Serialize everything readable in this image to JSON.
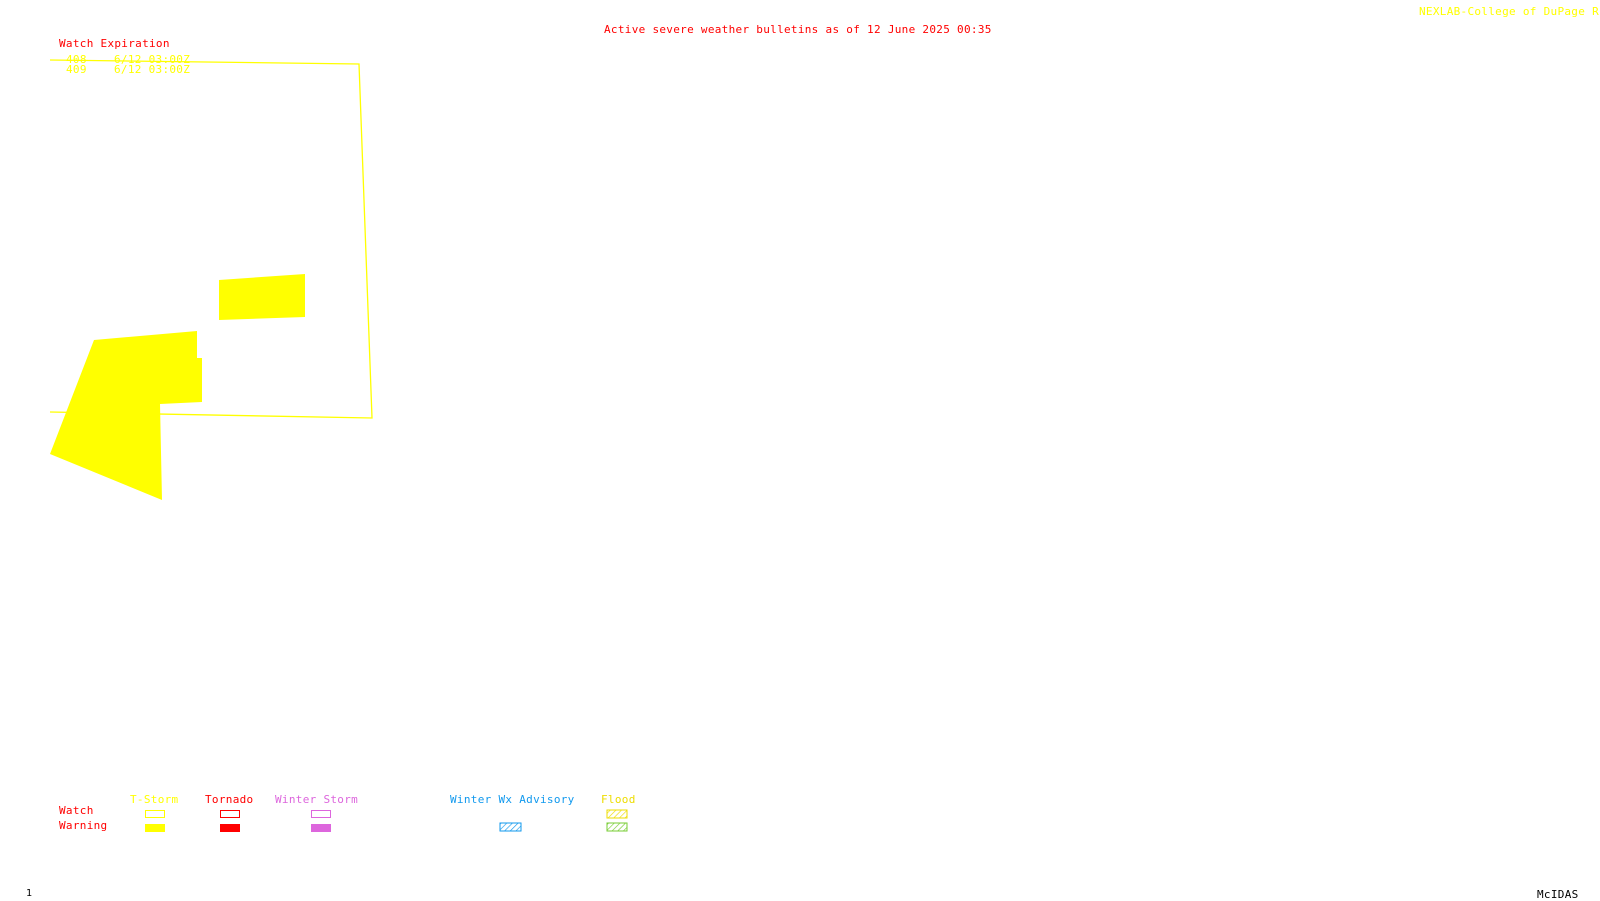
{
  "header": {
    "title": "Active severe weather bulletins as of 12 June 2025 00:35",
    "credit": "NEXLAB-College of DuPage R"
  },
  "watch_expiration": {
    "heading": "Watch Expiration",
    "entries": [
      {
        "number": "408",
        "expires": "6/12 03:00Z"
      },
      {
        "number": "409",
        "expires": "6/12 03:00Z"
      }
    ]
  },
  "legend": {
    "row_labels": {
      "watch": "Watch",
      "warning": "Warning"
    },
    "categories": [
      {
        "label": "T-Storm",
        "color": "#ffff00"
      },
      {
        "label": "Tornado",
        "color": "#ff0000"
      },
      {
        "label": "Winter Storm",
        "color": "#dd66dd"
      },
      {
        "label": "Winter Wx Advisory",
        "color": "#1199ee"
      },
      {
        "label": "Flood",
        "color": "#eedd00",
        "warning_color": "#77cc33"
      }
    ]
  },
  "footer": {
    "frame_number": "1",
    "software": "McIDAS"
  },
  "colors": {
    "background": "#ffffff",
    "title": "#ff0000",
    "credit": "#ffff00",
    "watch_outline": "#ffff00",
    "warning_fill": "#ffff00"
  }
}
